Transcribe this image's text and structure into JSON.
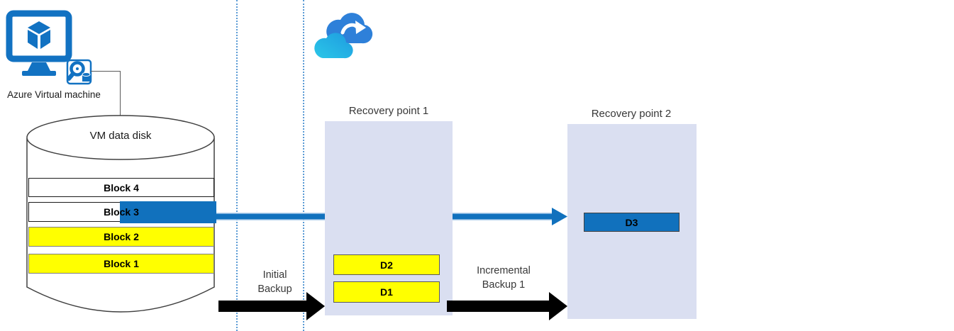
{
  "vm": {
    "label": "Azure Virtual machine",
    "icon": "azure-vm-monitor-icon",
    "badge_icon": "disk-magnifier-badge-icon"
  },
  "cloud": {
    "icon": "azure-backup-cloud-icon"
  },
  "disk": {
    "title": "VM data disk",
    "blocks": [
      {
        "label": "Block 4",
        "fill": "white",
        "changed": false
      },
      {
        "label": "Block 3",
        "fill": "white",
        "changed": true
      },
      {
        "label": "Block 2",
        "fill": "yellow",
        "changed": false
      },
      {
        "label": "Block 1",
        "fill": "yellow",
        "changed": false
      }
    ]
  },
  "recovery_points": [
    {
      "title": "Recovery point 1",
      "blocks": [
        {
          "label": "D2",
          "fill": "yellow"
        },
        {
          "label": "D1",
          "fill": "yellow"
        }
      ]
    },
    {
      "title": "Recovery point 2",
      "blocks": [
        {
          "label": "D3",
          "fill": "blue"
        }
      ]
    }
  ],
  "flows": [
    {
      "name": "initial-backup",
      "label_line1": "Initial",
      "label_line2": "Backup",
      "arrow": "black"
    },
    {
      "name": "incremental-backup-1",
      "label_line1": "Incremental",
      "label_line2": "Backup 1",
      "arrow": "black"
    },
    {
      "name": "changed-block-transfer",
      "arrow": "blue"
    }
  ],
  "colors": {
    "blue": "#1171BD",
    "yellow": "#FFFF00",
    "panel_bg": "#DADFF1",
    "dotted_line": "#5B9BD5",
    "icon_blue": "#1272C2",
    "cloud_back": "#2E80D9",
    "cloud_front_light": "#2BC7E8",
    "cloud_front_dark": "#1E9BE0",
    "arrow_black": "#000000",
    "text_dark": "#383838"
  }
}
